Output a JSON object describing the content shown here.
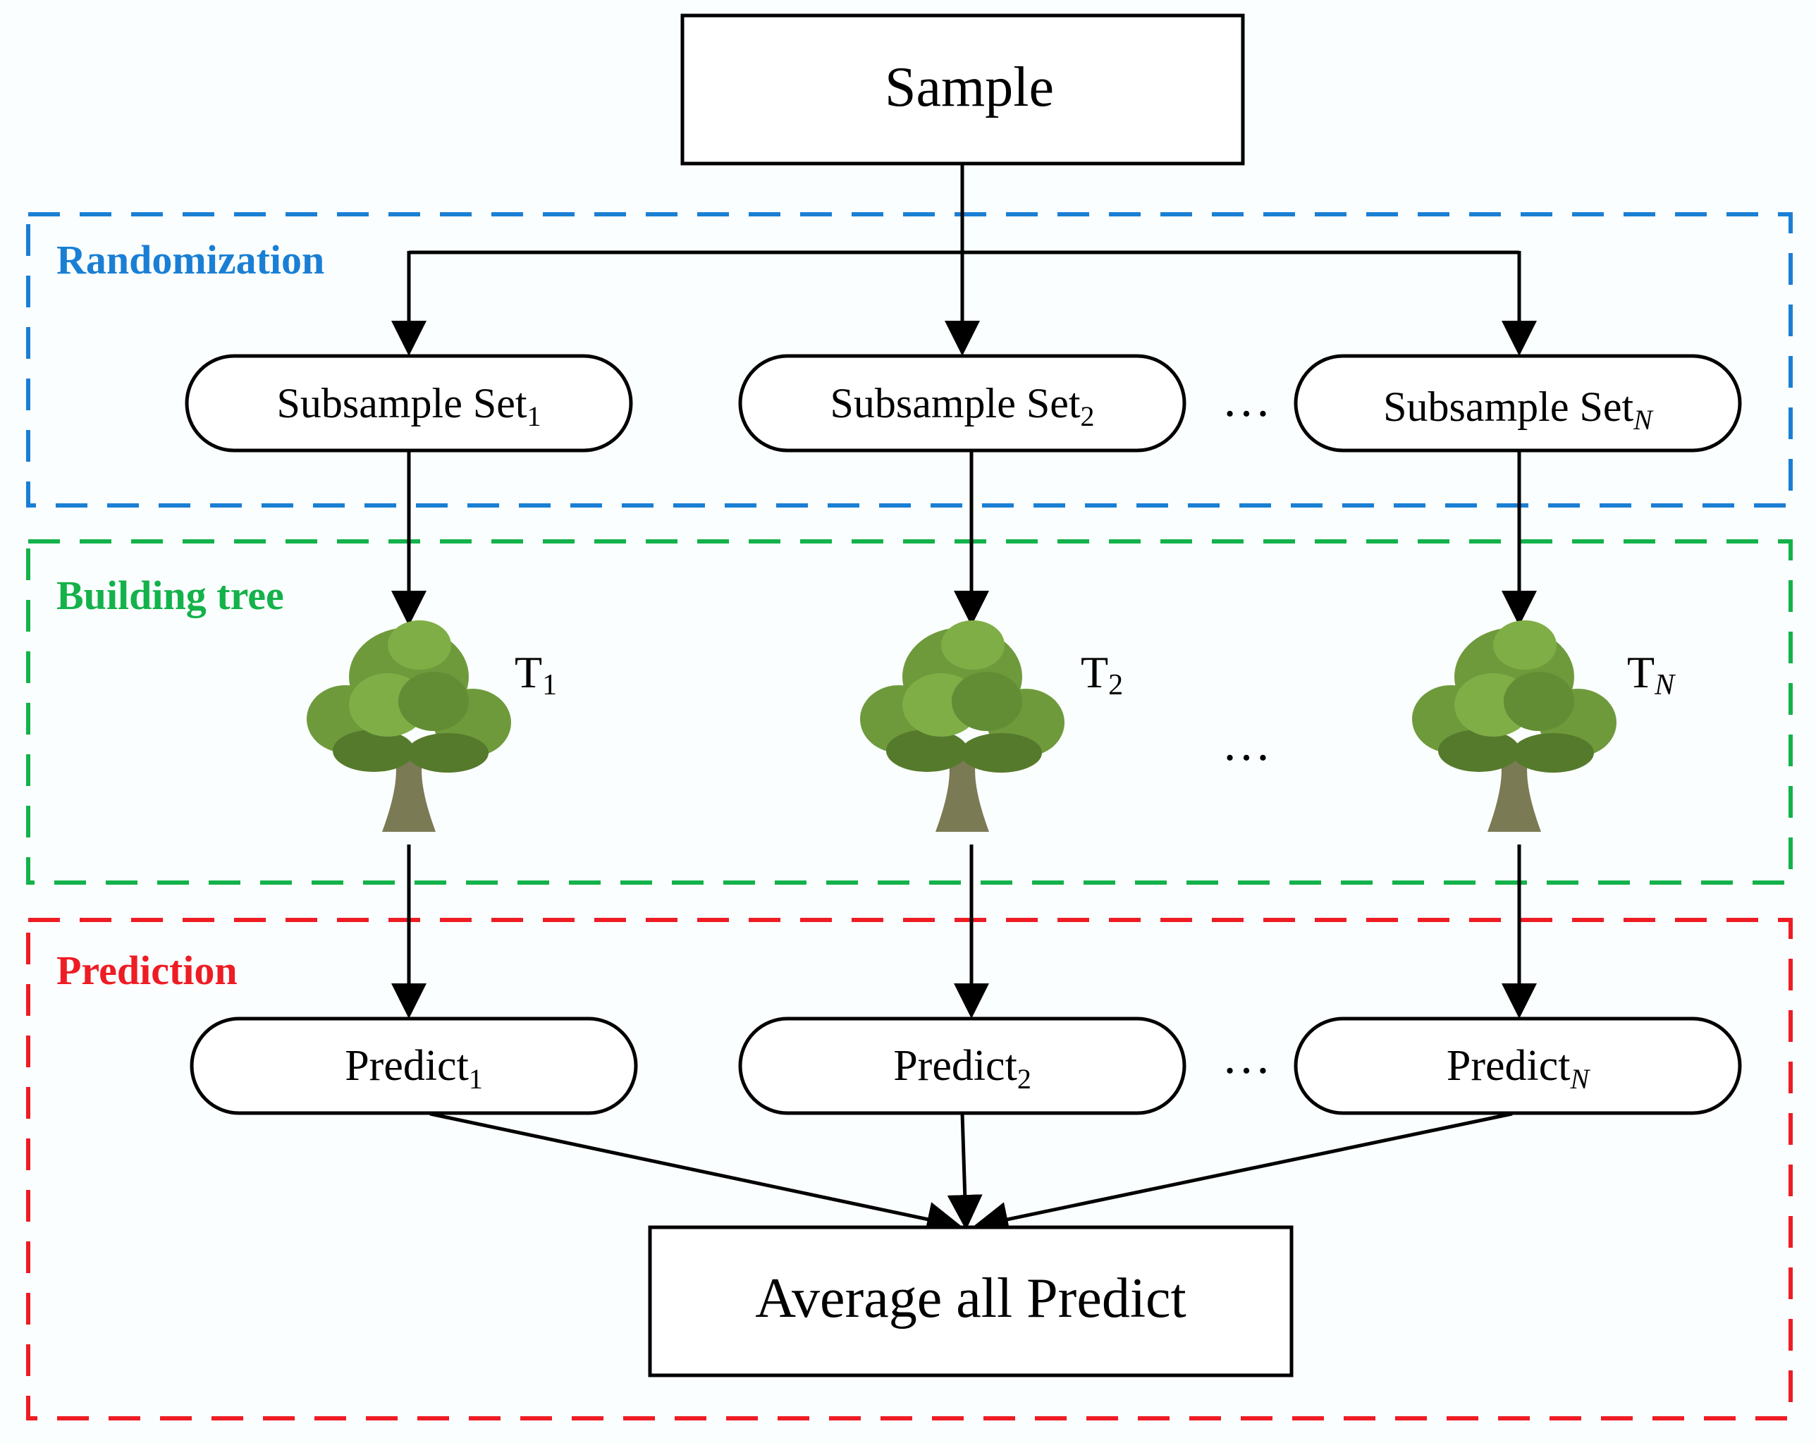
{
  "sample_label": "Sample",
  "sections": {
    "randomization": {
      "label": "Randomization",
      "color": "#1a7fd4"
    },
    "building": {
      "label": "Building tree",
      "color": "#13b24a"
    },
    "prediction": {
      "label": "Prediction",
      "color": "#ee1c24"
    }
  },
  "subsample_base": "Subsample Set",
  "predict_base": "Predict",
  "tree_base": "T",
  "columns": [
    {
      "sub": "1",
      "italic": false
    },
    {
      "sub": "2",
      "italic": false
    },
    {
      "sub": "N",
      "italic": true
    }
  ],
  "ellipsis": "…",
  "average_label": "Average all Predict",
  "tree_icon": "tree-icon",
  "colors": {
    "tree_foliage": "#6e9a3c",
    "tree_foliage_dark": "#557a2c",
    "tree_trunk": "#7a7a55"
  }
}
